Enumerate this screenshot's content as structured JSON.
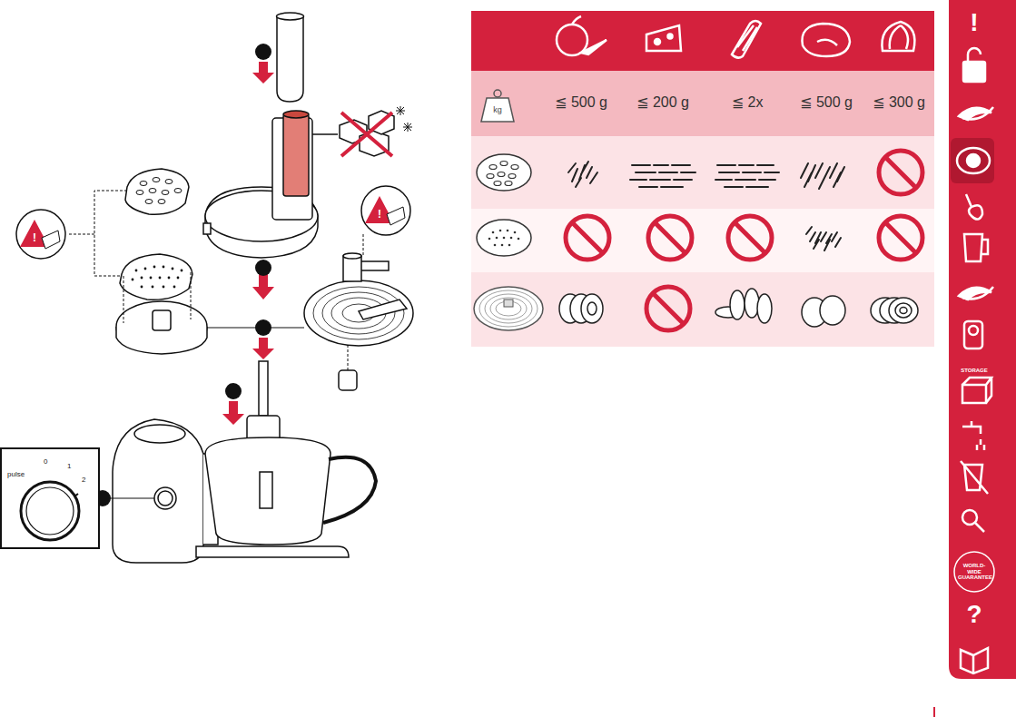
{
  "diagram": {
    "nodes": [
      {
        "text": [
          "pulse",
          "0",
          "1",
          "2"
        ]
      }
    ],
    "labels": [
      "!",
      "!",
      "kg",
      "≦ 500 g",
      "≦ 200 g",
      "≦ 2x",
      "≦ 500 g",
      "≦ 300 g",
      "!",
      "STORAGE",
      "WORLD-WIDE GUARANTEE",
      "?"
    ]
  }
}
